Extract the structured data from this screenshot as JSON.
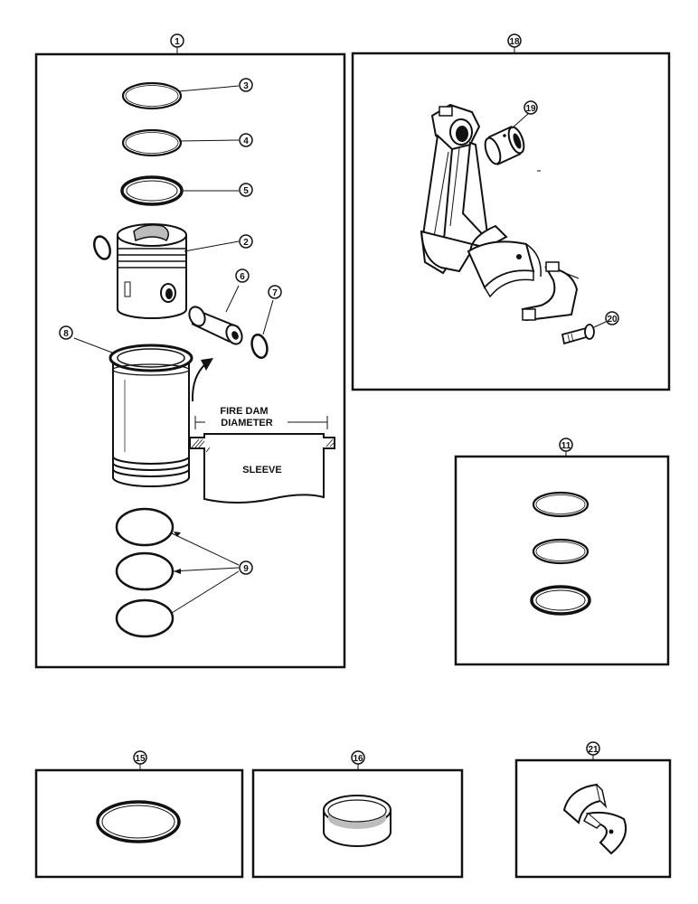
{
  "callouts": {
    "c1": "1",
    "c2": "2",
    "c3": "3",
    "c4": "4",
    "c5": "5",
    "c6": "6",
    "c7": "7",
    "c8": "8",
    "c9": "9",
    "c11": "11",
    "c15": "15",
    "c16": "16",
    "c18": "18",
    "c19": "19",
    "c20": "20",
    "c21": "21"
  },
  "annotations": {
    "fire_dam": "FIRE DAM",
    "diameter": "DIAMETER",
    "sleeve": "SLEEVE"
  },
  "colors": {
    "ink": "#111111",
    "paper": "#ffffff",
    "shade": "#bdbdbd"
  }
}
